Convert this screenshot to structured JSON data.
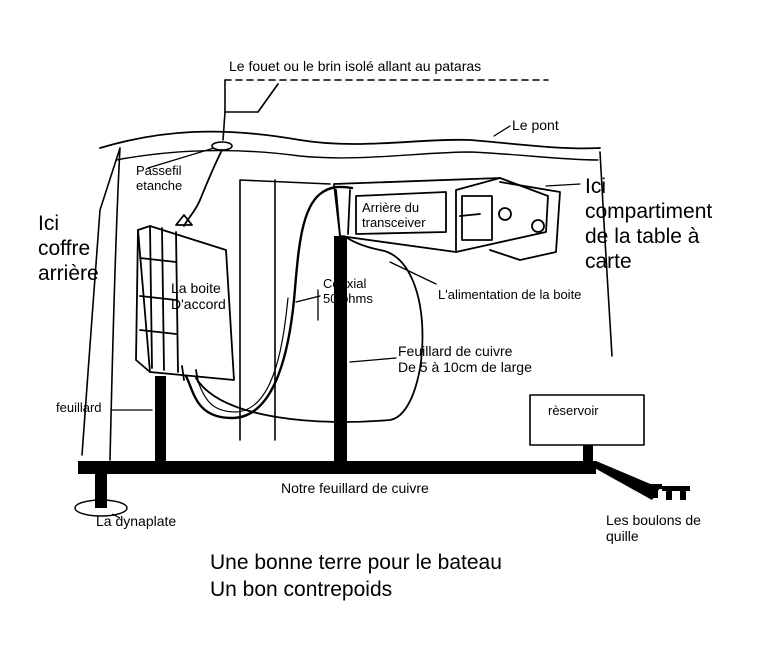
{
  "labels": {
    "whip": "Le fouet ou le brin isolé allant au pataras",
    "deck": "Le pont",
    "gland": "Passefil\netanche",
    "transceiver": "Arrière du\ntransceiver",
    "compartment": "Ici\ncompartiment\nde la table à\ncarte",
    "coffre": "Ici\ncoffre\narrière",
    "tuner": "La boite\nD'accord",
    "coax": "Coaxial\n50 ohms",
    "power": "L'alimentation de la boite",
    "copper_strap": "Feuillard de cuivre\nDe 5 à 10cm de large",
    "strap": "feuillard",
    "tank": "rèservoir",
    "our_strap": "Notre feuillard de cuivre",
    "dynaplate": "La dynaplate",
    "keel_bolts": "Les boulons de\nquille"
  },
  "caption": {
    "line1": "Une bonne terre pour le bateau",
    "line2": "Un bon contrepoids"
  }
}
